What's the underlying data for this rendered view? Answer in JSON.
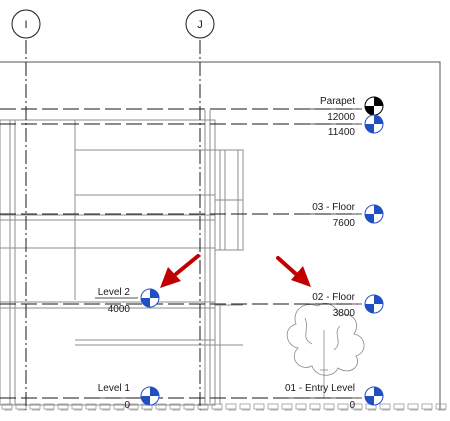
{
  "grids": [
    {
      "label": "I"
    },
    {
      "label": "J"
    }
  ],
  "levels": [
    {
      "name": "Parapet",
      "elevation": "12000"
    },
    {
      "name": "",
      "elevation": "11400"
    },
    {
      "name": "03 - Floor",
      "elevation": "7600"
    },
    {
      "name": "Level 2",
      "elevation": "4000"
    },
    {
      "name": "02 - Floor",
      "elevation": "3800"
    },
    {
      "name": "Level 1",
      "elevation": "0"
    },
    {
      "name": "01 - Entry Level",
      "elevation": "0"
    }
  ],
  "colors": {
    "line": "#1a1a1a",
    "structure": "#8c8c8c",
    "marker_blue": "#1f4fc4",
    "marker_black": "#000000",
    "arrow_red": "#c00000"
  },
  "icons": {
    "level_marker": "level-head-icon",
    "callout_arrow": "red-arrow-icon",
    "tree": "tree-entourage-icon"
  }
}
